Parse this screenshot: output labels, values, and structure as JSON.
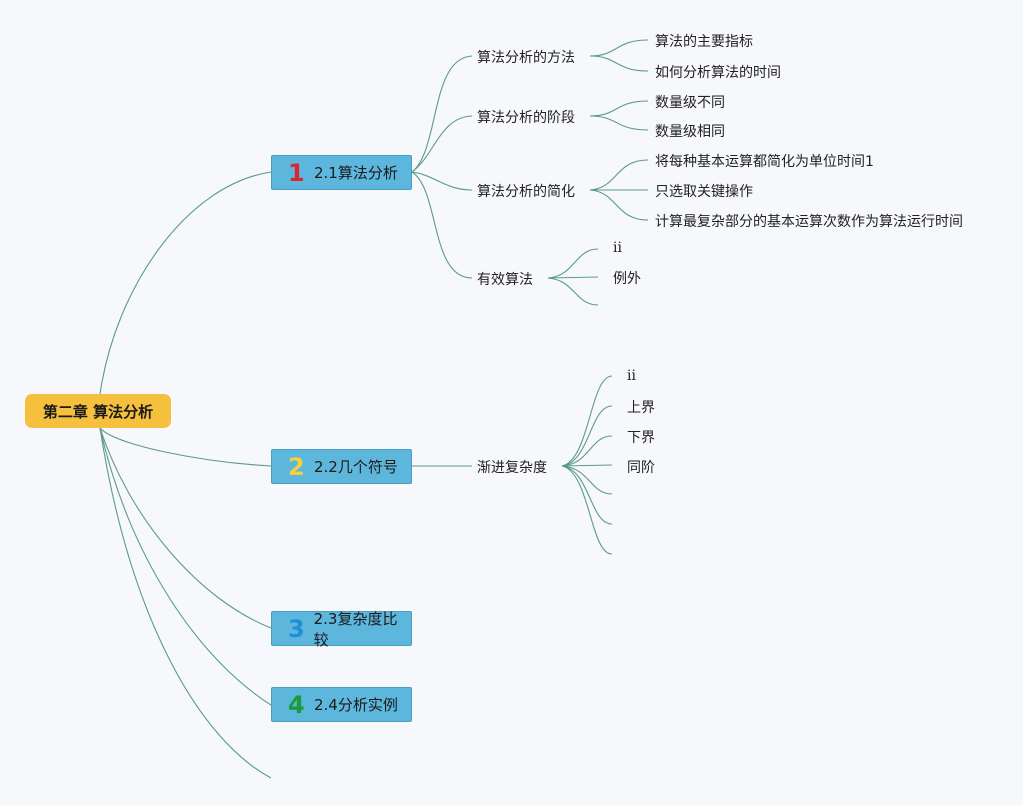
{
  "root": {
    "title": "第二章 算法分析"
  },
  "topics": [
    {
      "number": "1",
      "label": "2.1算法分析",
      "number_color": "#d7282e",
      "subtopics": [
        {
          "label": "算法分析的方法",
          "leaves": [
            "算法的主要指标",
            "如何分析算法的时间"
          ]
        },
        {
          "label": "算法分析的阶段",
          "leaves": [
            "数量级不同",
            "数量级相同"
          ]
        },
        {
          "label": "算法分析的简化",
          "leaves": [
            "将每种基本运算都简化为单位时间1",
            "只选取关键操作",
            "计算最复杂部分的基本运算次数作为算法运行时间"
          ]
        },
        {
          "label": "有效算法",
          "leaves": [
            "ii",
            "例外",
            ""
          ]
        }
      ]
    },
    {
      "number": "2",
      "label": "2.2几个符号",
      "number_color": "#f5d23c",
      "subtopics": [
        {
          "label": "渐进复杂度",
          "leaves": [
            "ii",
            "上界",
            "下界",
            "同阶",
            "",
            "",
            ""
          ]
        }
      ]
    },
    {
      "number": "3",
      "label": "2.3复杂度比较",
      "number_color": "#1f8fd8",
      "subtopics": []
    },
    {
      "number": "4",
      "label": "2.4分析实例",
      "number_color": "#1b9a3a",
      "subtopics": []
    }
  ]
}
